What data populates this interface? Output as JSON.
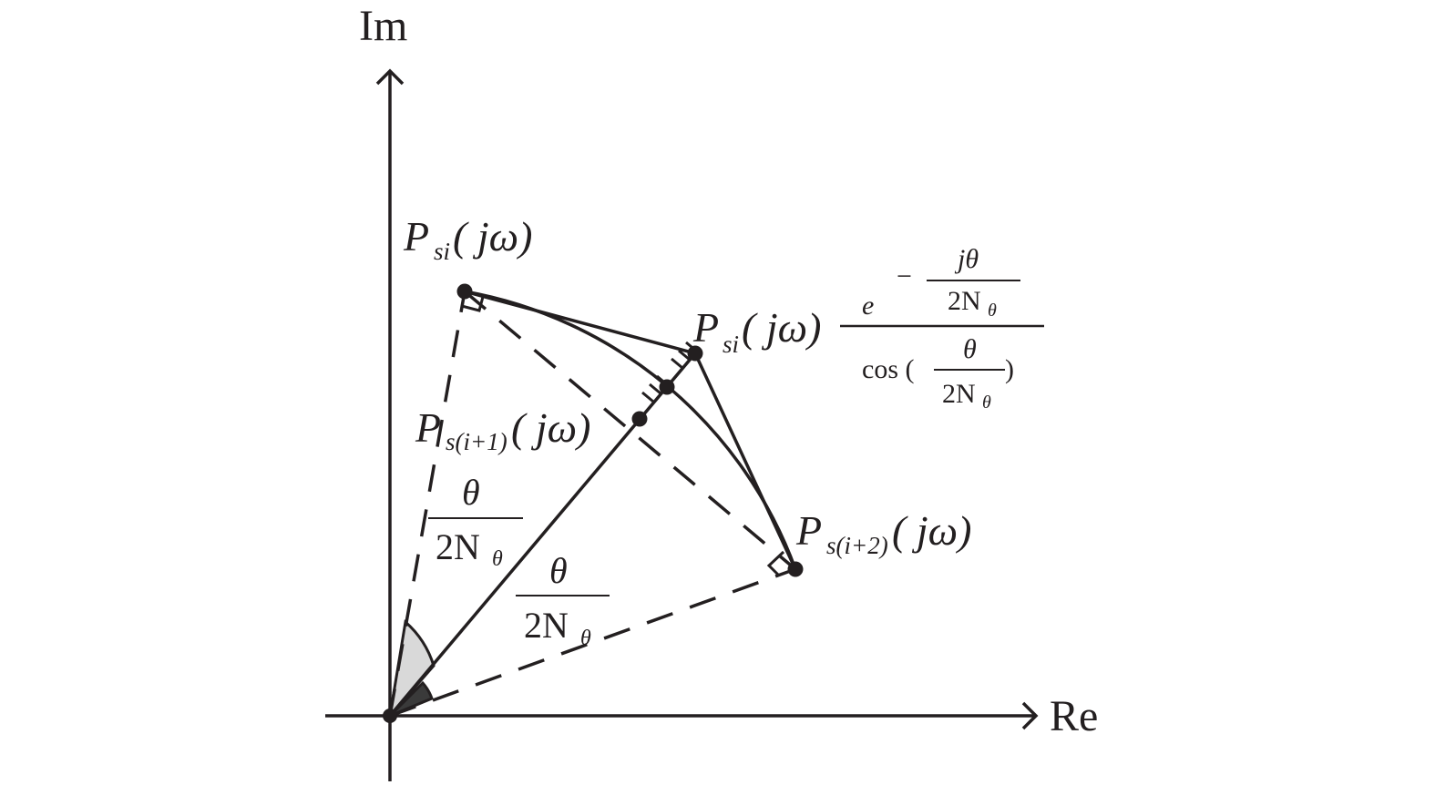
{
  "axes": {
    "real_label": "Re",
    "imag_label": "Im"
  },
  "points": {
    "psi": {
      "symbol": "P",
      "subscript": "si",
      "argument": "( jω)"
    },
    "psi_scaled": {
      "symbol": "P",
      "subscript": "si",
      "argument": "( jω)"
    },
    "psi1": {
      "symbol": "P",
      "subscript": "s(i+1)",
      "argument": "( jω)"
    },
    "psi2": {
      "symbol": "P",
      "subscript": "s(i+2)",
      "argument": "( jω)"
    }
  },
  "scale_factor": {
    "exp_base": "e",
    "exp_minus": "−",
    "exp_num": "jθ",
    "exp_den_main": "2N",
    "exp_den_sub": "θ",
    "cos_prefix": "cos (",
    "cos_num": "θ",
    "cos_den_main": "2N",
    "cos_den_sub": "θ",
    "cos_suffix": ")"
  },
  "angle_labels": {
    "upper": {
      "num": "θ",
      "den_main": "2N",
      "den_sub": "θ"
    },
    "lower": {
      "num": "θ",
      "den_main": "2N",
      "den_sub": "θ"
    }
  },
  "colors": {
    "ink": "#231f20",
    "upper_angle_fill": "#d9d9d9",
    "lower_angle_fill": "#3a3a3a"
  }
}
